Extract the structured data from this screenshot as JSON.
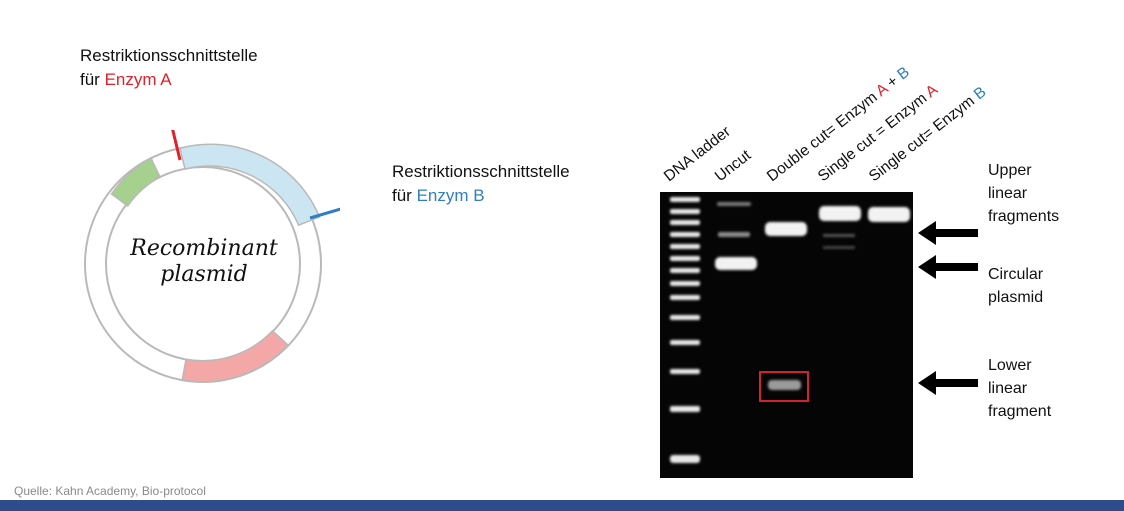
{
  "plasmid": {
    "center_label_line1": "Recombinant",
    "center_label_line2": "plasmid",
    "site_a": {
      "line1": "Restriktionsschnittstelle",
      "prefix": "für ",
      "enzyme": "Enzym A"
    },
    "site_b": {
      "line1": "Restriktionsschnittstelle",
      "prefix": "für ",
      "enzyme": "Enzym B"
    },
    "colors": {
      "segment_blue": "#cbe6f2",
      "segment_green": "#a6d08e",
      "segment_pink": "#f4a7a7",
      "ring": "#b9b9b9",
      "site_a_mark": "#e0202a",
      "site_b_mark": "#2f7fc1"
    }
  },
  "gel": {
    "lanes": {
      "ladder": "DNA ladder",
      "uncut": "Uncut",
      "double_cut_prefix": "Double cut= Enzym ",
      "double_cut_a": "A",
      "double_cut_plus": " + ",
      "double_cut_b": "B",
      "single_a_prefix": "Single cut = Enzym ",
      "single_a": "A",
      "single_b_prefix": "Single cut= Enzym ",
      "single_b": "B"
    },
    "annotations": {
      "upper": [
        "Upper",
        "linear",
        "fragments"
      ],
      "circular": [
        "Circular",
        "plasmid"
      ],
      "lower": [
        "Lower",
        "linear",
        "fragment"
      ]
    }
  },
  "source": "Quelle: Kahn Academy, Bio-protocol"
}
